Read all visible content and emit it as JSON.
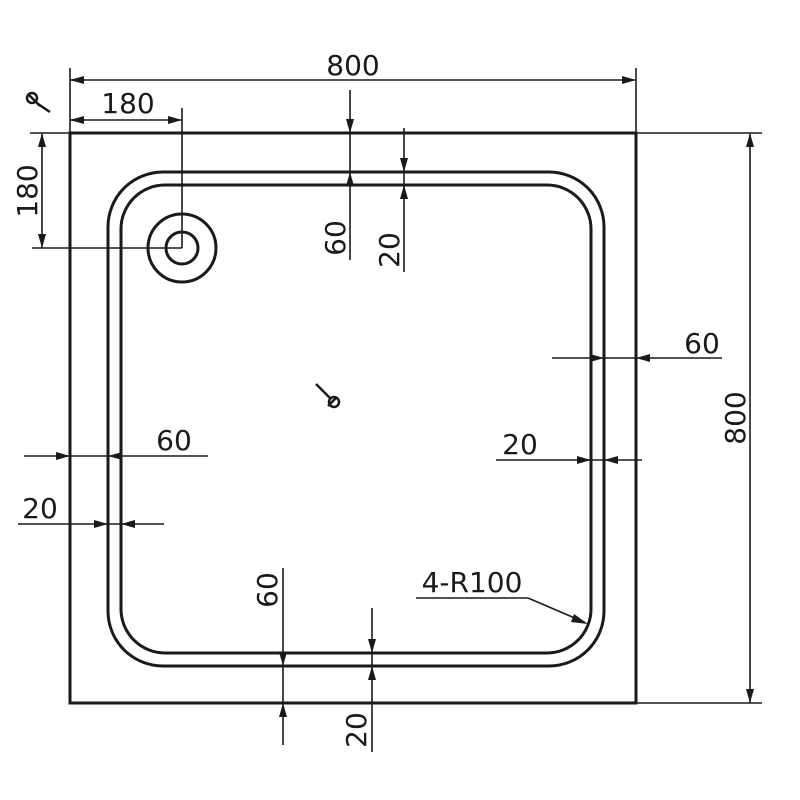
{
  "labels": {
    "width_total": "800",
    "height_total": "800",
    "drain_offset_x": "180",
    "drain_offset_y": "180",
    "top_rim_width": "60",
    "top_rim_inner": "20",
    "right_rim_width": "60",
    "right_rim_inner": "20",
    "left_rim_width": "60",
    "left_rim_inner": "20",
    "bottom_rim_width": "60",
    "bottom_rim_inner": "20",
    "corner_radius": "4-R100"
  },
  "icons": {
    "center_mark": "center-drain-symbol",
    "corner_mark": "key-symbol"
  }
}
